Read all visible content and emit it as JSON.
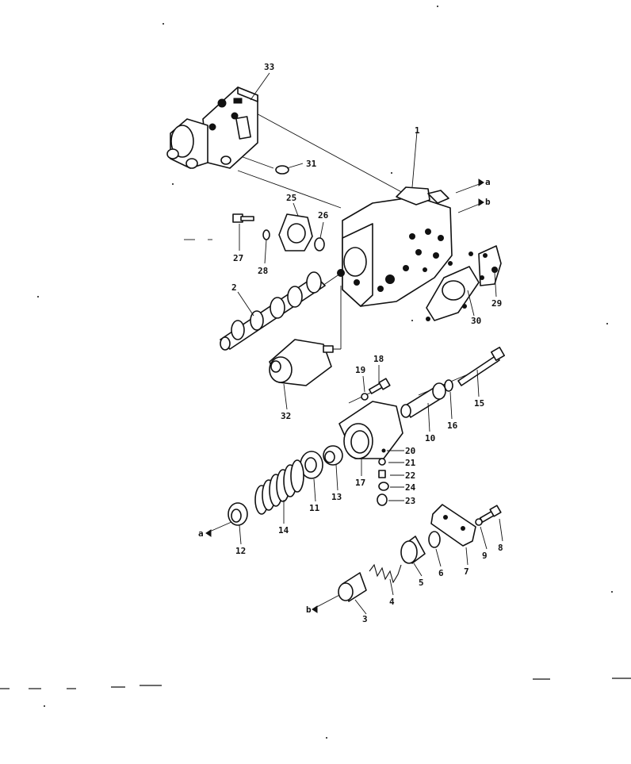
{
  "diagram": {
    "part_labels": [
      "33",
      "1",
      "31",
      "25",
      "26",
      "27",
      "28",
      "2",
      "29",
      "30",
      "32",
      "19",
      "18",
      "15",
      "16",
      "10",
      "20",
      "21",
      "22",
      "24",
      "23",
      "17",
      "11",
      "13",
      "14",
      "12",
      "9",
      "8",
      "7",
      "6",
      "5",
      "4",
      "3"
    ],
    "flow_labels": [
      "a",
      "b",
      "a",
      "b"
    ]
  }
}
